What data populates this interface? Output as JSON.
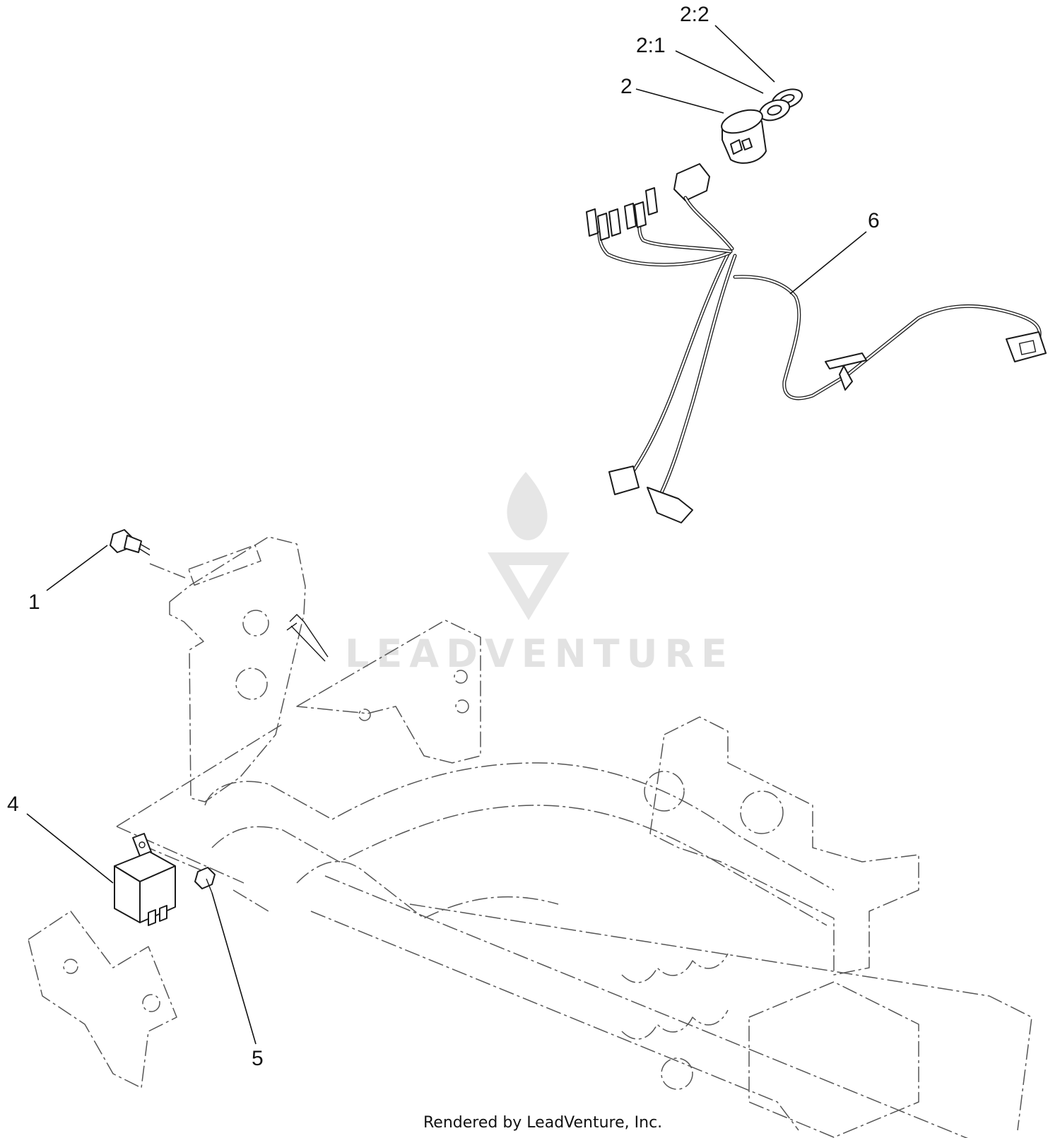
{
  "callouts": {
    "c1": "1",
    "c2": "2",
    "c2_1": "2:1",
    "c2_2": "2:2",
    "c4": "4",
    "c5": "5",
    "c6": "6"
  },
  "watermark": {
    "text": "LEADVENTURE",
    "color": "#e2e2e2"
  },
  "footer": {
    "text": "Rendered by LeadVenture, Inc."
  }
}
